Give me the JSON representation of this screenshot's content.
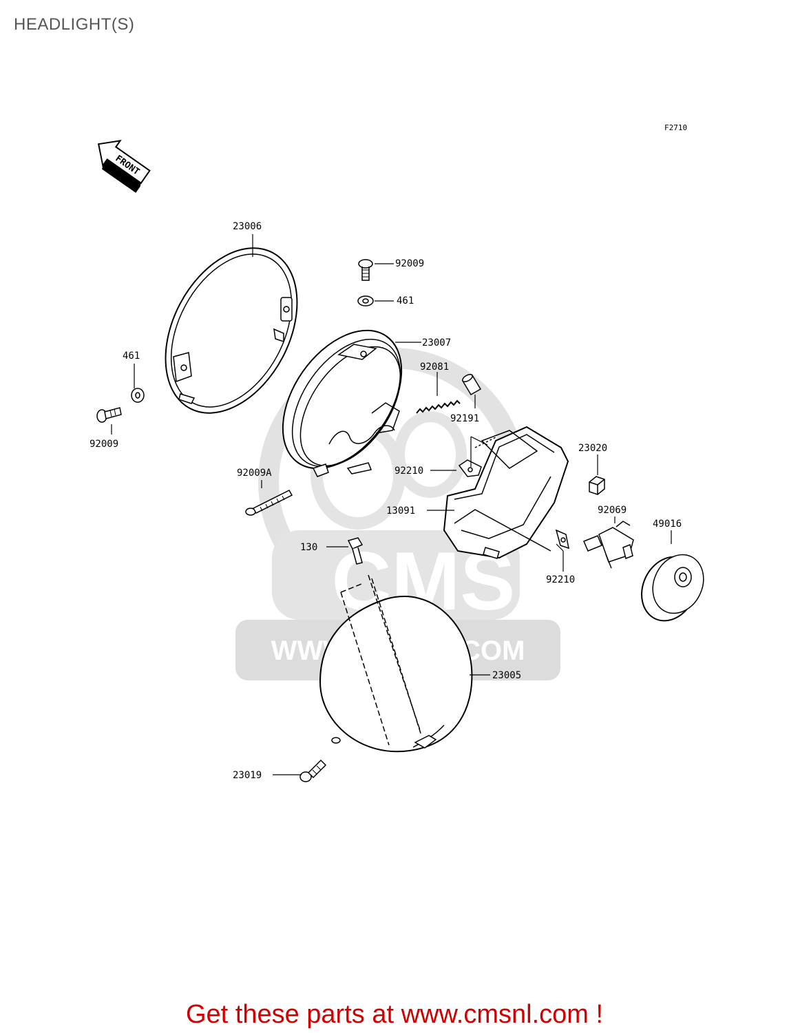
{
  "page": {
    "title": "HEADLIGHT(S)",
    "figure_code": "F2710",
    "front_marker": "FRONT",
    "footer": "Get these parts at www.cmsnl.com !"
  },
  "watermark": {
    "brand": "CMS",
    "url": "WWW.CMSNL.COM"
  },
  "parts": [
    {
      "id": "23006"
    },
    {
      "id": "92009"
    },
    {
      "id": "461"
    },
    {
      "id": "23007"
    },
    {
      "id": "461"
    },
    {
      "id": "92081"
    },
    {
      "id": "92009"
    },
    {
      "id": "92191"
    },
    {
      "id": "23020"
    },
    {
      "id": "92210"
    },
    {
      "id": "92009A"
    },
    {
      "id": "13091"
    },
    {
      "id": "92069"
    },
    {
      "id": "49016"
    },
    {
      "id": "130"
    },
    {
      "id": "92210"
    },
    {
      "id": "23005"
    },
    {
      "id": "23019"
    }
  ],
  "colors": {
    "title": "#555555",
    "footer": "#d10000",
    "watermark": "#dcdcdc",
    "line": "#000000"
  }
}
